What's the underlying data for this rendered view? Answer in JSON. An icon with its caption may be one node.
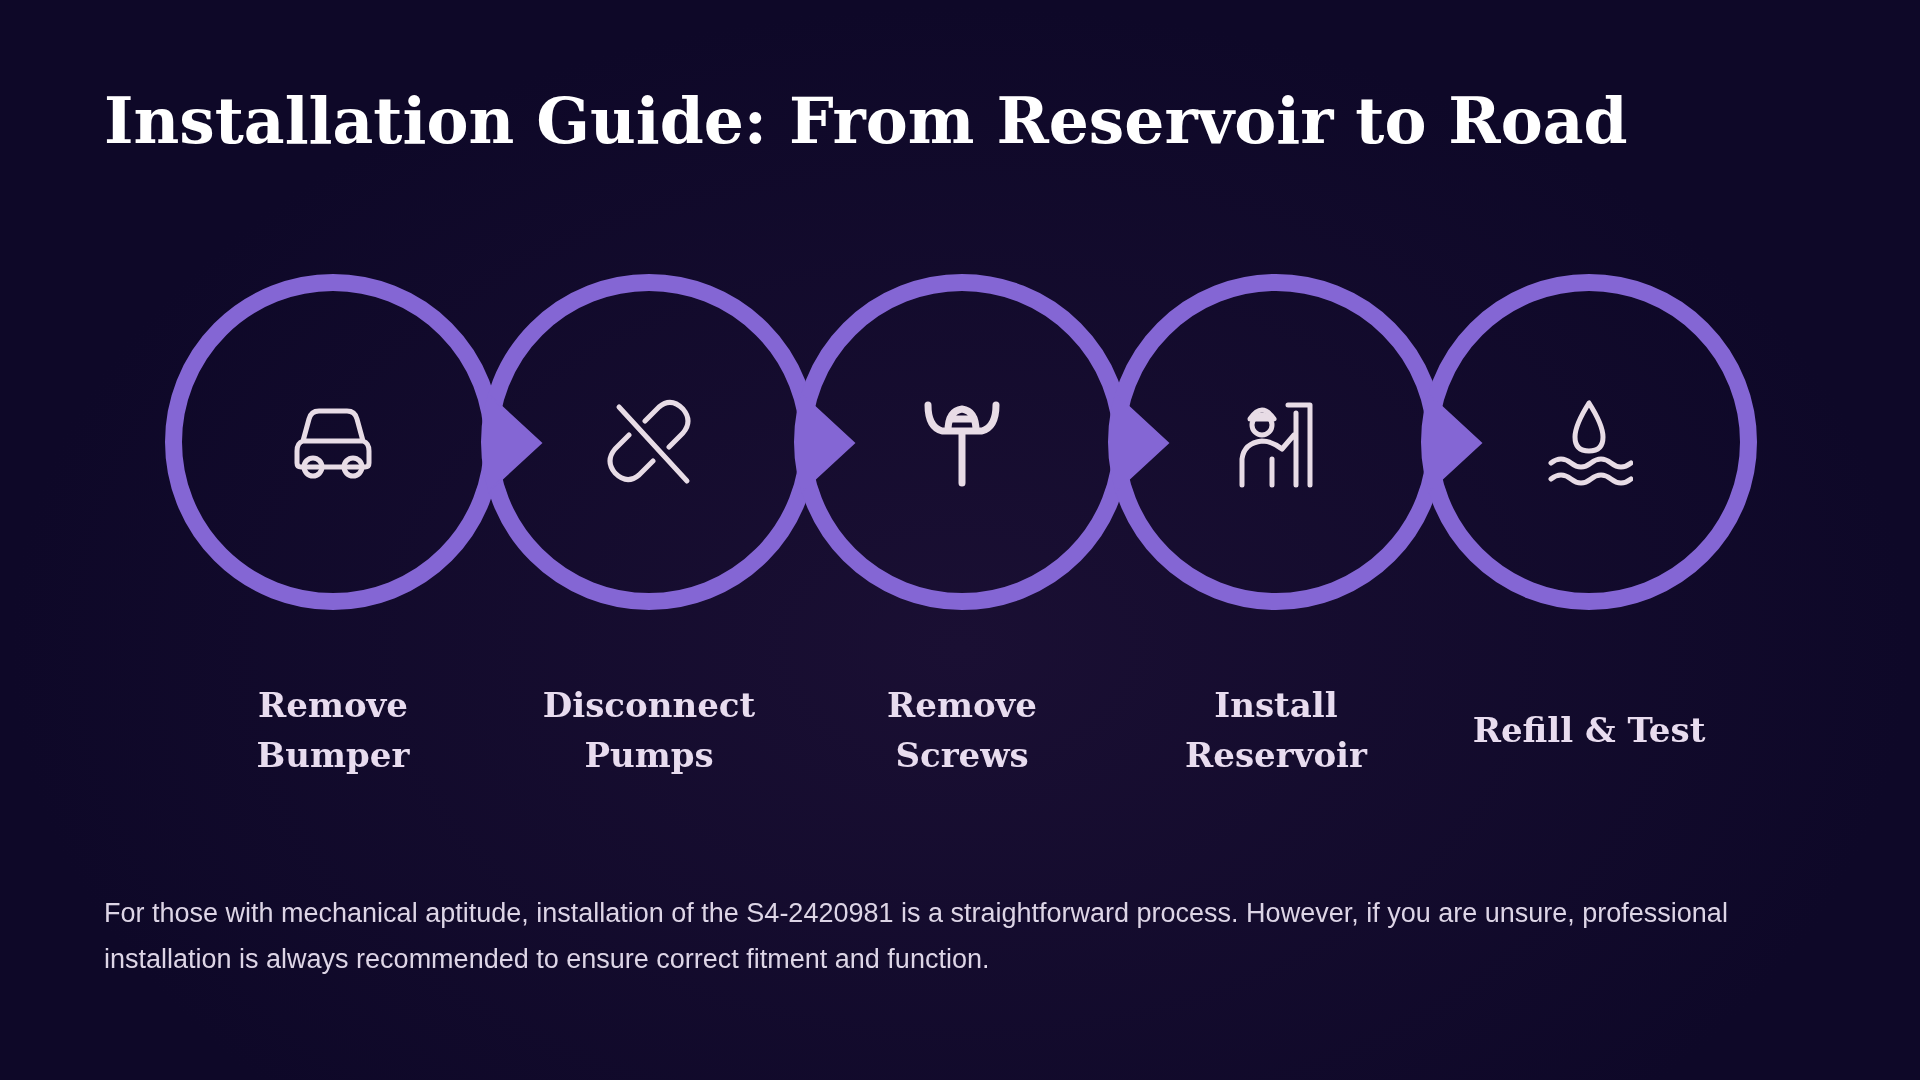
{
  "diagram": {
    "title": "Installation Guide: From Reservoir to Road",
    "nodes": [
      {
        "text": [
          "Remove Bumper"
        ]
      },
      {
        "text": [
          "Disconnect Pumps"
        ]
      },
      {
        "text": [
          "Remove Screws"
        ]
      },
      {
        "text": [
          "Install Reservoir"
        ]
      },
      {
        "text": [
          "Refill & Test"
        ]
      }
    ],
    "edges": [
      {
        "from": 0,
        "to": 1,
        "arrow": "to"
      },
      {
        "from": 1,
        "to": 2,
        "arrow": "to"
      },
      {
        "from": 2,
        "to": 3,
        "arrow": "to"
      },
      {
        "from": 3,
        "to": 4,
        "arrow": "to"
      }
    ],
    "labels": [
      "For those with mechanical aptitude, installation of the S4-2420981 is a straightforward process. However, if you are unsure, professional installation is always recommended to ensure correct fitment and function."
    ]
  }
}
